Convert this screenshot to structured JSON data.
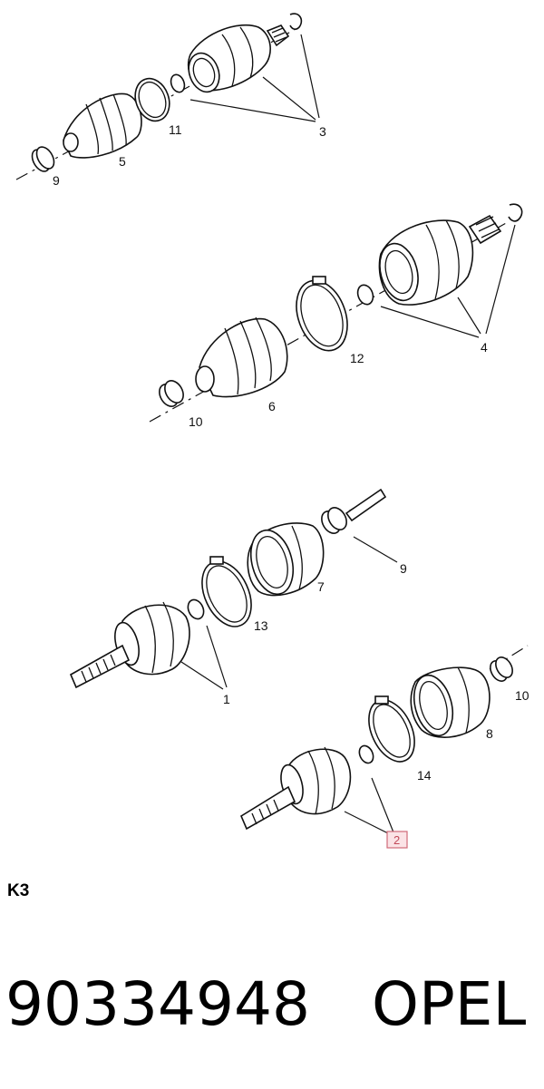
{
  "callouts": {
    "c9a": "9",
    "c5": "5",
    "c11": "11",
    "c3": "3",
    "c10a": "10",
    "c6": "6",
    "c12": "12",
    "c4": "4",
    "c9b": "9",
    "c7": "7",
    "c13": "13",
    "c1": "1",
    "c10b": "10",
    "c8": "8",
    "c14": "14",
    "c2": "2"
  },
  "section_code": "K3",
  "part_number": "90334948",
  "brand": "OPEL",
  "highlight_color": "#d06a79"
}
